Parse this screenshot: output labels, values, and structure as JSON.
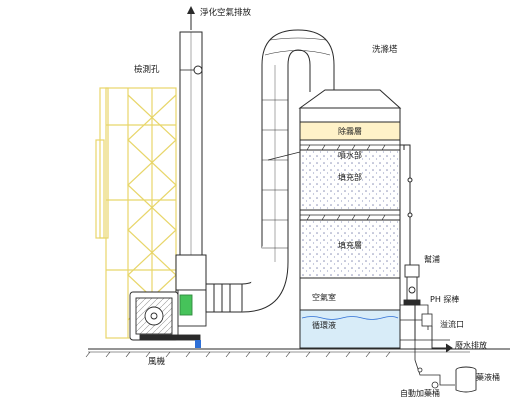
{
  "labels": {
    "exhaust": "淨化空氣排放",
    "scrubber": "洗滌塔",
    "sample_port": "檢測孔",
    "demister": "除霧層",
    "spray": "噴水部",
    "packing_upper": "填充部",
    "packing_lower": "填充層",
    "air_chamber": "空氣室",
    "circulation": "循環液",
    "fan": "風機",
    "strainer": "幫浦",
    "ph_probe": "PH 探棒",
    "overflow": "溢流口",
    "drain": "廢水排放",
    "auto_dosing": "自動加藥桶",
    "chem_tank": "藥液桶"
  },
  "colors": {
    "line": "#2a2a2a",
    "duct_fill": "#ffffff",
    "yellow_frame": "#e8d66a",
    "spray_tint": "#fff2c8",
    "packing_tint": "#eef0fa",
    "water_tint": "#d8ecf8",
    "pipe_blue": "#2e6fd6",
    "green_accent": "#46c35a"
  }
}
